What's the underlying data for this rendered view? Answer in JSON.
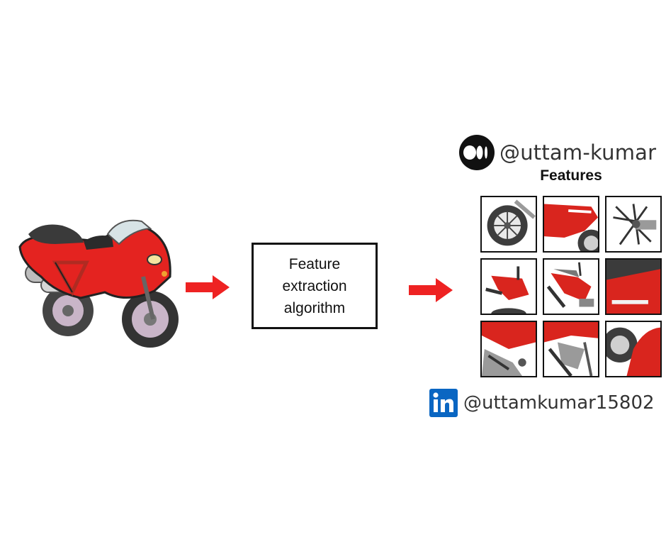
{
  "diagram": {
    "input_image": {
      "icon": "motorcycle-icon"
    },
    "arrows": [
      {
        "icon": "right-arrow-icon",
        "color": "#ee2222"
      },
      {
        "icon": "right-arrow-icon",
        "color": "#ee2222"
      }
    ],
    "algorithm_box": {
      "label": "Feature\nextraction\nalgorithm"
    },
    "features": {
      "title": "Features",
      "tiles": [
        "wheel-feature",
        "fairing-feature",
        "spokes-feature",
        "tail-feature",
        "tank-feature",
        "panel-feature",
        "engine-feature",
        "frame-feature",
        "fender-feature"
      ]
    },
    "accent_color": "#ee2222"
  },
  "watermarks": {
    "medium": {
      "icon": "medium-logo-icon",
      "handle": "@uttam-kumar"
    },
    "linkedin": {
      "icon": "linkedin-logo-icon",
      "handle": "@uttamkumar15802"
    }
  }
}
